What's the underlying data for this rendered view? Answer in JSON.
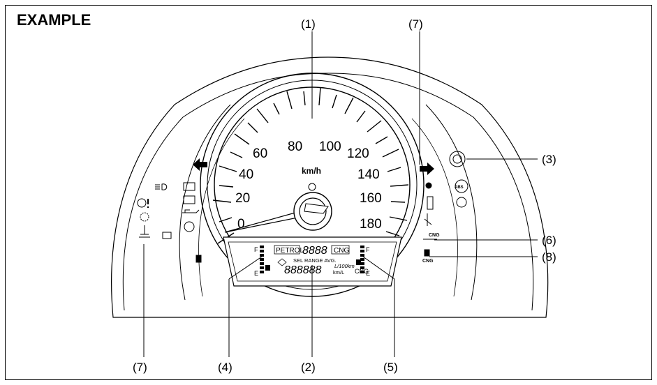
{
  "title": "EXAMPLE",
  "callouts": {
    "c1": "(1)",
    "c2": "(2)",
    "c3": "(3)",
    "c4": "(4)",
    "c5": "(5)",
    "c6": "(6)",
    "c7_top": "(7)",
    "c7_bottom": "(7)",
    "c8": "(8)"
  },
  "speedometer": {
    "unit": "km/h",
    "labels": [
      "0",
      "20",
      "40",
      "60",
      "80",
      "100",
      "120",
      "140",
      "160",
      "180"
    ]
  },
  "display": {
    "petrol": "PETROL",
    "cng": "CNG",
    "digits_top": "8888",
    "modes": "SEL RANGE AVG.",
    "odometer": "888888",
    "unit_l100": "L/100km",
    "unit_kml": "km/L",
    "cng_small": "CNG",
    "gauge_f": "F",
    "gauge_e": "E"
  },
  "warning_lamps": {
    "cng_label": "CNG",
    "cng_fuel_label": "CNG",
    "abs_label": "ABS"
  }
}
